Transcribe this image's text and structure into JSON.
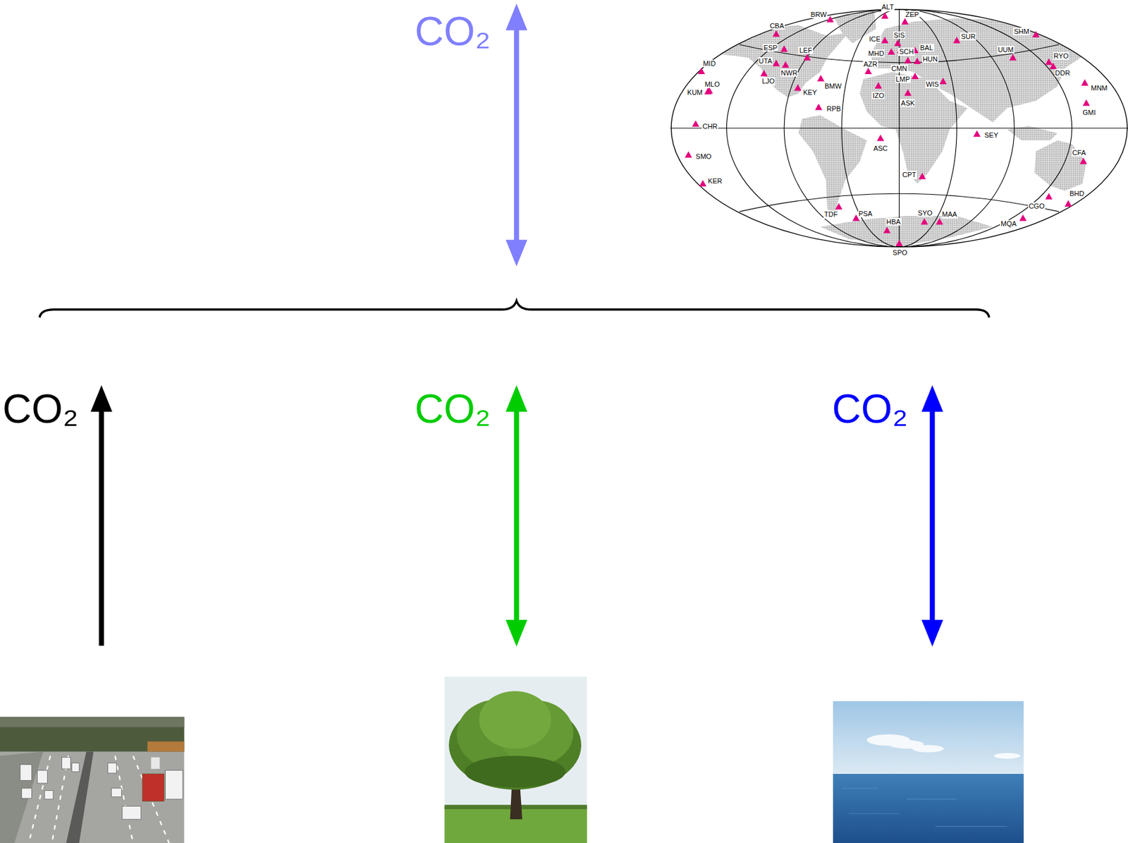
{
  "diagram": {
    "labels": [
      "CO₂",
      "ALT",
      "ZEP",
      "BRW",
      "CBA",
      "SIS",
      "ICE",
      "SHM",
      "SUR",
      "ESP",
      "LEF",
      "BAL",
      "MHD",
      "SCH",
      "UUM",
      "RYO",
      "MID",
      "UTA",
      "NWR",
      "AZR",
      "CMN",
      "HUN",
      "DDR",
      "LJO",
      "LMP",
      "WIS",
      "MLO",
      "KUM",
      "MNM",
      "KEY",
      "BMW",
      "IZO",
      "ASK",
      "RPB",
      "GMI",
      "CHR",
      "SEY",
      "ASC",
      "SMO",
      "CFA",
      "CPT",
      "KER",
      "BHD",
      "CGO",
      "TDF",
      "PSA",
      "SYO",
      "MAA",
      "HBA",
      "MQA",
      "SPO",
      "CO₂",
      "CO₂",
      "CO₂"
    ]
  }
}
